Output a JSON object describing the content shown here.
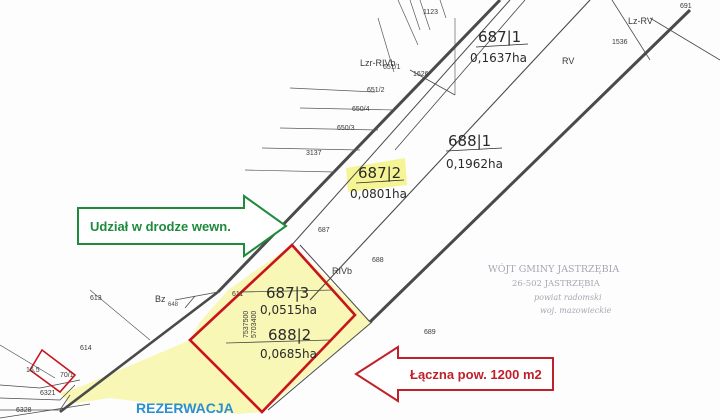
{
  "parcels": {
    "p687_1": {
      "number": "687|1",
      "area": "0,1637ha"
    },
    "p688_1": {
      "number": "688|1",
      "area": "0,1962ha"
    },
    "p687_2": {
      "number": "687|2",
      "area": "0,0801ha"
    },
    "p687_3": {
      "number": "687|3",
      "area": "0,0515ha"
    },
    "p688_2": {
      "number": "688|2",
      "area": "0,0685ha"
    }
  },
  "land_use_labels": {
    "rv_top": "RV",
    "lz_rv": "Lz-RV",
    "lzr_rivb": "Lzr-RIVb",
    "rivb": "RIVb",
    "bz": "Bz",
    "bz_num": "648"
  },
  "neighbor_numbers": {
    "n1123": "1123",
    "n691": "691",
    "n651_1": "651/1",
    "n651_2": "651/2",
    "n650_4": "650/4",
    "n650_3": "650/3",
    "n3137": "3137",
    "n687": "687",
    "n688": "688",
    "n689": "689",
    "n613": "613",
    "n611": "611",
    "n614": "614",
    "n1626": "1626",
    "n1536": "1536",
    "n16_5": "16.5",
    "n6321": "6321",
    "n6328": "6328",
    "n70_1": "70/1",
    "ne": "7537500",
    "nw": "5703400"
  },
  "callouts": {
    "road_share": {
      "text": "Udział w drodze wewn.",
      "color": "#1e8a3c"
    },
    "total_area": {
      "text": "Łączna pow. 1200 m2",
      "color": "#c0202a"
    },
    "reservation": {
      "text": "REZERWACJA",
      "color": "#2a8fd0"
    }
  },
  "stamp": {
    "line1": "WÓJT GMINY JASTRZĘBIA",
    "line2": "26-502 JASTRZĘBIA",
    "line3": "powiat radomski",
    "line4": "woj. mazowieckie"
  },
  "colors": {
    "highlight_yellow": "#f4f27a",
    "boundary_red": "#c8141e",
    "line_dark": "#4a4a4a"
  }
}
